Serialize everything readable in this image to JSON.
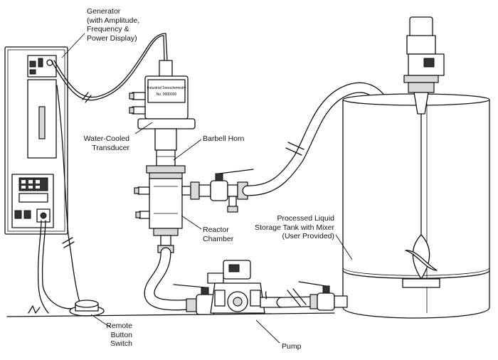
{
  "labels": {
    "generator": [
      "Generator",
      "(with Amplitude,",
      "Frequency &",
      "Power Display)"
    ],
    "transducer": [
      "Water-Cooled",
      "Transducer"
    ],
    "horn": [
      "Barbell Horn"
    ],
    "reactor": [
      "Reactor",
      "Chamber"
    ],
    "tank": [
      "Processed Liquid",
      "Storage Tank with Mixer",
      "(User Provided)"
    ],
    "switch": [
      "Remote",
      "Button",
      "Switch"
    ],
    "pump": [
      "Pump"
    ]
  },
  "transducer_plate_text": [
    "Industrial Sonochemistry",
    "No. 0000000"
  ]
}
